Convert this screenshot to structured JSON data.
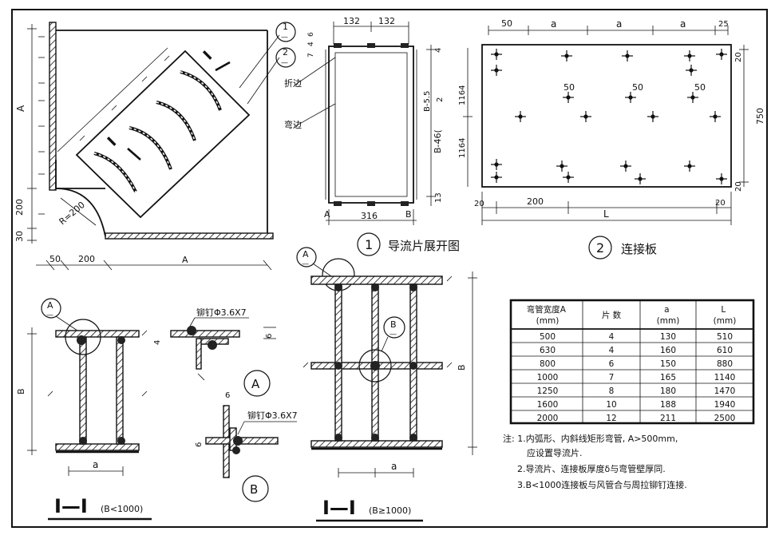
{
  "left_view": {
    "dim_A_vertical": "A",
    "dim_200": "200",
    "dim_30": "30",
    "dim_r200": "R=200",
    "dim_50": "50",
    "dim_200_bottom": "200",
    "dim_A_bottom": "A",
    "section_mark": "I"
  },
  "vane_view": {
    "callout_1": "1",
    "callout_1_sub": "—",
    "callout_2": "2",
    "callout_2_sub": "—",
    "dim_132_left": "132",
    "dim_132_right": "132",
    "dim_7": "7",
    "dim_4": "4",
    "dim_6": "6",
    "label_fold": "折边",
    "label_bend": "弯边",
    "dim_formula": "B-46(",
    "dim_fraction_top": "B-5.5",
    "dim_fraction_bottom": "2",
    "dim_13": "13",
    "dim_316": "316",
    "mark_a": "A",
    "mark_b": "B",
    "caption_num": "1",
    "caption_text": "导流片展开图"
  },
  "plate_view": {
    "dim_50": "50",
    "dim_a1": "a",
    "dim_a2": "a",
    "dim_a3": "a",
    "dim_25": "25",
    "dim_20_tr": "20",
    "dim_20_br": "20",
    "dim_1164_top": "1164",
    "dim_1164_bot": "1164",
    "dim_750": "750",
    "hole_50_1": "50",
    "hole_50_2": "50",
    "hole_50_3": "50",
    "dim_20_left": "20",
    "dim_200": "200",
    "dim_20_right": "20",
    "dim_L": "L",
    "caption_num": "2",
    "caption_text": "连接板"
  },
  "section_small": {
    "callout_A": "A",
    "callout_sub": "—",
    "dim_B": "B",
    "dim_a": "a",
    "title": "I—I",
    "subtitle": "(B<1000)"
  },
  "detail_A": {
    "rivet_label": "铆钉Φ3.6X7",
    "dim_6": "6",
    "dim_4": "4",
    "circle": "A"
  },
  "detail_B": {
    "rivet_label": "铆钉Φ3.6X7",
    "dim_6_top": "6",
    "dim_6_side": "6",
    "circle": "B"
  },
  "section_large": {
    "callout_A": "A",
    "callout_A_sub": "—",
    "callout_B": "B",
    "callout_B_sub": "—",
    "dim_B": "B",
    "dim_a": "a",
    "title": "I—I",
    "subtitle": "(B≥1000)"
  },
  "table": {
    "headers": [
      "弯管宽度A\n(mm)",
      "片 数",
      "a\n(mm)",
      "L\n(mm)"
    ],
    "rows": [
      [
        "500",
        "4",
        "130",
        "510"
      ],
      [
        "630",
        "4",
        "160",
        "610"
      ],
      [
        "800",
        "6",
        "150",
        "880"
      ],
      [
        "1000",
        "7",
        "165",
        "1140"
      ],
      [
        "1250",
        "8",
        "180",
        "1470"
      ],
      [
        "1600",
        "10",
        "188",
        "1940"
      ],
      [
        "2000",
        "12",
        "211",
        "2500"
      ]
    ]
  },
  "notes": {
    "line1": "注: 1.内弧形、内斜线矩形弯管, A>500mm,",
    "line2": "应设置导流片.",
    "line3": "2.导流片、连接板厚度δ与弯管壁厚同.",
    "line4": "3.B<1000连接板与风管合与周拉铆钉连接."
  }
}
